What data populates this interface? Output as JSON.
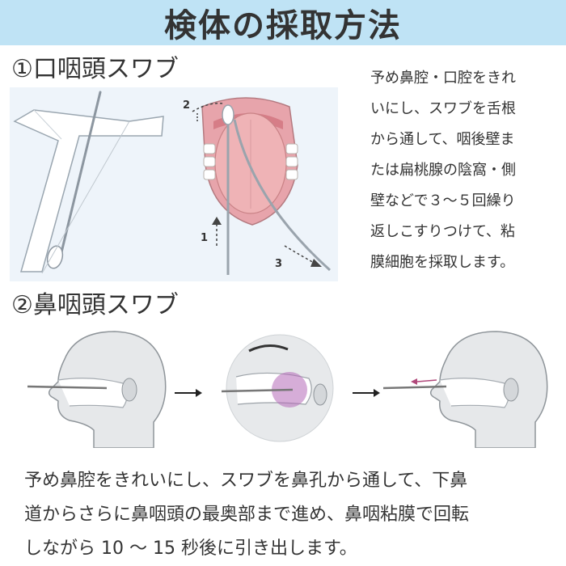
{
  "header": {
    "title": "検体の採取方法"
  },
  "section1": {
    "heading": "①口咽頭スワブ",
    "figure_labels": {
      "step1": "1",
      "step2": "2",
      "step3": "3"
    },
    "description_lines": [
      "予め鼻腔・口腔をきれ",
      "いにし、スワブを舌根",
      "から通して、咽後壁ま",
      "たは扁桃腺の陰窩・側",
      "壁などで３～５回繰り",
      "返しこすりつけて、粘",
      "膜細胞を採取します。"
    ]
  },
  "section2": {
    "heading": "②鼻咽頭スワブ",
    "description_lines": [
      "予め鼻腔をきれいにし、スワブを鼻孔から通して、下鼻",
      "道からさらに鼻咽頭の最奥部まで進め、鼻咽粘膜で回転",
      "しながら 10 ～ 15 秒後に引き出します。"
    ]
  },
  "colors": {
    "header_bg": "#bfe3f5",
    "text": "#333333",
    "illustration_bg": "#eef4fa",
    "tongue": "#e8a6ad",
    "tissue_highlight": "#b56ab8",
    "arrow": "#222222"
  },
  "icons": [
    "swab-package-icon",
    "throat-swab-diagram",
    "head-profile-icon",
    "nasal-closeup-icon",
    "right-arrow-icon"
  ]
}
